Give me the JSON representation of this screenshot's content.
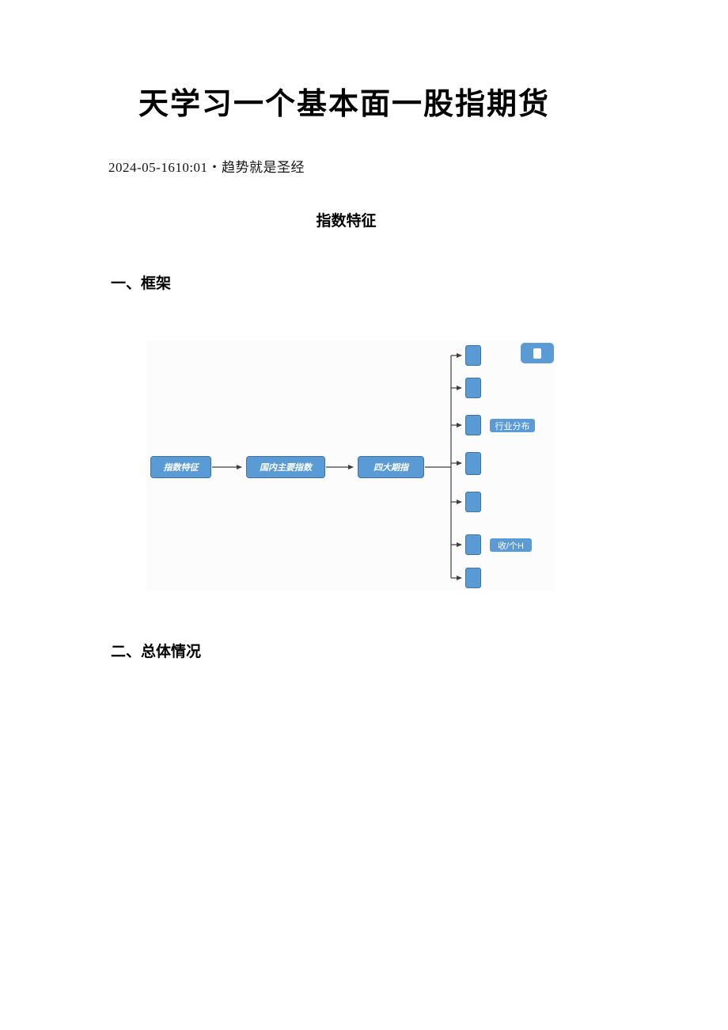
{
  "page": {
    "title": "天学习一个基本面一股指期货",
    "meta": "2024-05-1610:01・趋势就是圣经",
    "centered_heading": "指数特征",
    "section_frame": "一、框架",
    "section_overview": "二、总体情况"
  },
  "diagram": {
    "flow_nodes": [
      "指数特征",
      "国内主要指数",
      "四大期指"
    ],
    "side_labels": [
      "",
      "行业分布",
      "收/个H"
    ],
    "branch_count": 7,
    "colors": {
      "node_fill": "#5b9bd5",
      "node_border": "#41719c",
      "connector": "#3f3f3f"
    }
  }
}
